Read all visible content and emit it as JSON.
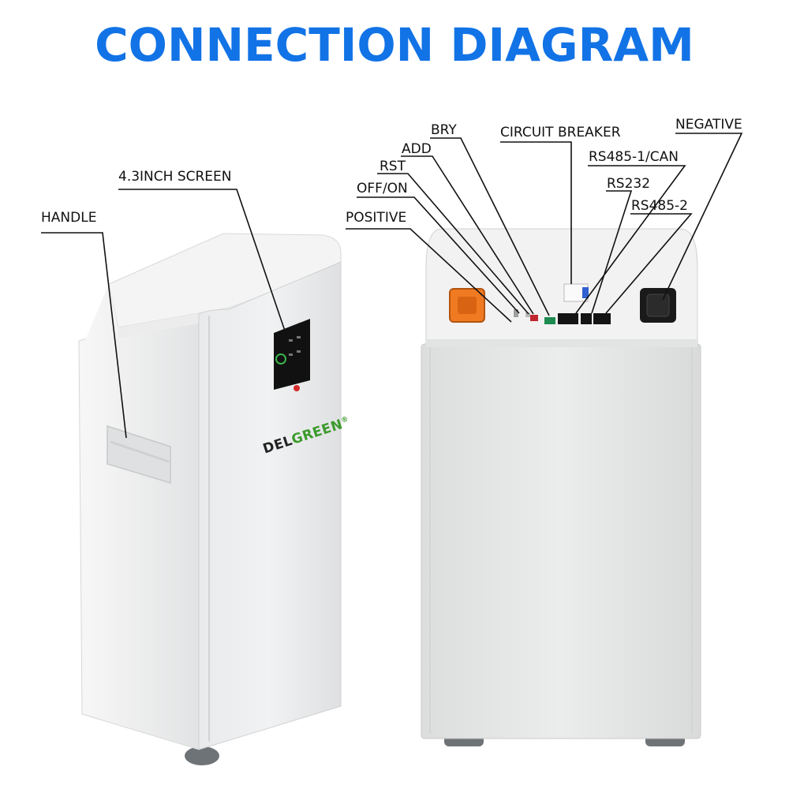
{
  "title": "CONNECTION DIAGRAM",
  "colors": {
    "title": "#1273e6",
    "cabinet": "#eeeff0",
    "cabinet_shade": "#dcdedf",
    "screen": "#111111",
    "positive_terminal": "#f07a22",
    "negative_terminal": "#1a1a1a",
    "logo_dark": "#222222",
    "logo_green": "#3a9a2a"
  },
  "labels": {
    "handle": "HANDLE",
    "screen": "4.3INCH SCREEN",
    "positive": "POSITIVE",
    "off_on": "OFF/ON",
    "rst": "RST",
    "add": "ADD",
    "bry": "BRY",
    "circuit_breaker": "CIRCUIT BREAKER",
    "rs485_1_can": "RS485-1/CAN",
    "rs232": "RS232",
    "rs485_2": "RS485-2",
    "negative": "NEGATIVE"
  },
  "logo": {
    "left": "DEL",
    "right": "GREEN",
    "mark": "®"
  },
  "icons": {
    "handle": "handle-recess-icon",
    "screen": "lcd-screen-icon",
    "positive": "positive-terminal-icon",
    "negative": "negative-terminal-icon"
  }
}
